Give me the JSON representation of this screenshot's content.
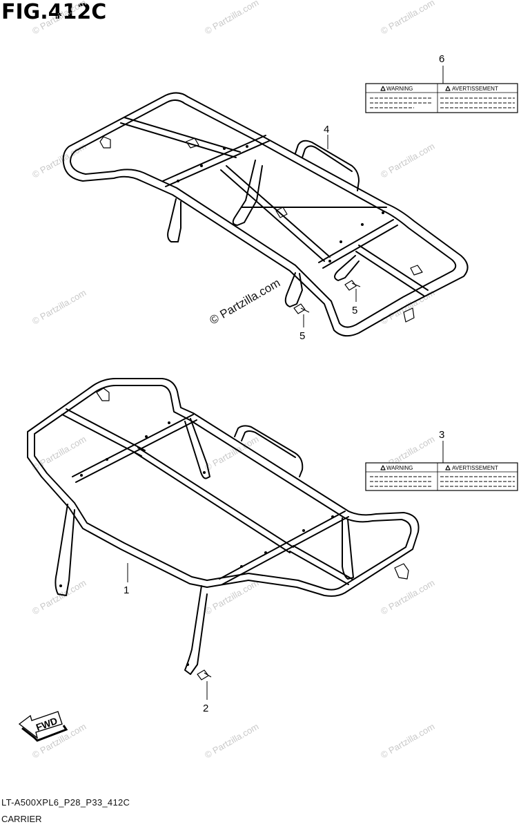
{
  "figure": {
    "title": "FIG.412C"
  },
  "callouts": {
    "c1": "1",
    "c2": "2",
    "c3": "3",
    "c4": "4",
    "c5a": "5",
    "c5b": "5",
    "c6": "6"
  },
  "labels": {
    "top": {
      "left_heading": "WARNING",
      "right_heading": "AVERTISSEMENT"
    },
    "bottom": {
      "left_heading": "WARNING",
      "right_heading": "AVERTISSEMENT"
    }
  },
  "watermark": {
    "text": "© Partzilla.com",
    "center_text": "© Partzilla.com"
  },
  "fwd_arrow": {
    "text": "FWD"
  },
  "footer": {
    "code": "LT-A500XPL6_P28_P33_412C",
    "name": "CARRIER"
  }
}
